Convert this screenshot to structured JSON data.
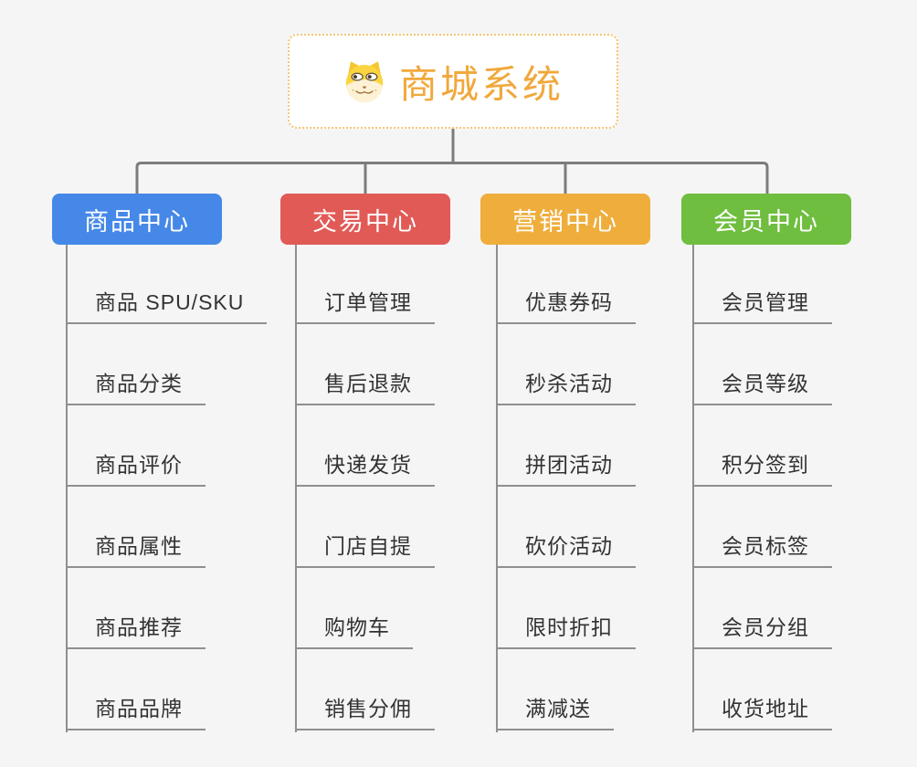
{
  "diagram": {
    "root": {
      "label": "商城系统",
      "icon": "dog-face"
    },
    "branches": [
      {
        "label": "商品中心",
        "color": "#4588E7",
        "items": [
          "商品 SPU/SKU",
          "商品分类",
          "商品评价",
          "商品属性",
          "商品推荐",
          "商品品牌"
        ]
      },
      {
        "label": "交易中心",
        "color": "#E15A56",
        "items": [
          "订单管理",
          "售后退款",
          "快递发货",
          "门店自提",
          "购物车",
          "销售分佣"
        ]
      },
      {
        "label": "营销中心",
        "color": "#EFAD3C",
        "items": [
          "优惠券码",
          "秒杀活动",
          "拼团活动",
          "砍价活动",
          "限时折扣",
          "满减送"
        ]
      },
      {
        "label": "会员中心",
        "color": "#6FBE3F",
        "items": [
          "会员管理",
          "会员等级",
          "积分签到",
          "会员标签",
          "会员分组",
          "收货地址"
        ]
      }
    ],
    "colors": {
      "background": "#F5F5F5",
      "root_text": "#F1A83B",
      "root_border": "#F5C571",
      "connector": "#7C7C7C",
      "leaf_line": "#8F8F8F",
      "leaf_text": "#333333"
    }
  }
}
